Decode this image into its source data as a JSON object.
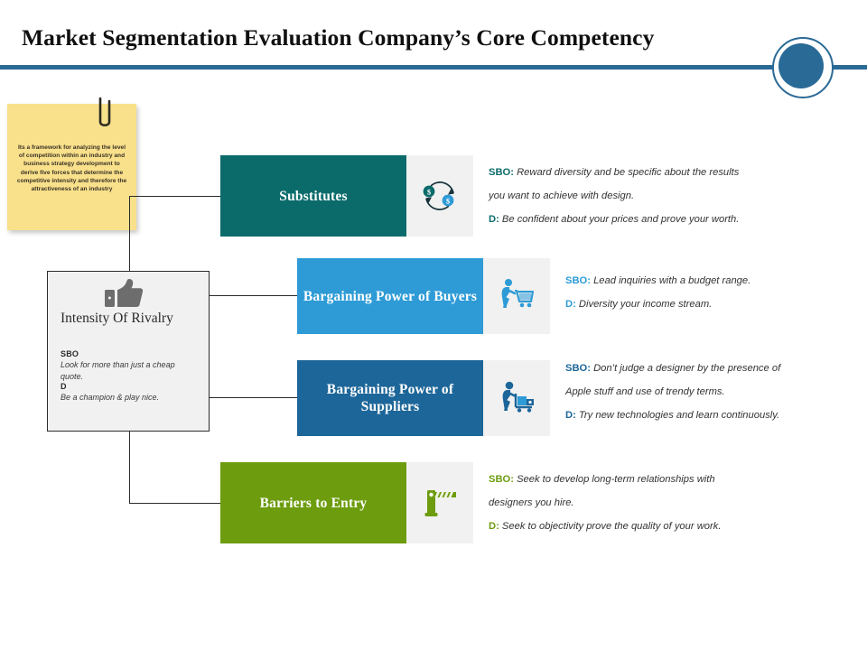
{
  "title": "Market Segmentation Evaluation Company’s Core Competency",
  "accent_rule_color": "#2a6a96",
  "note": {
    "text": "Its a framework for analyzing the level of competition within an industry and business strategy development to derive five forces that determine the competitive intensity and therefore the attractiveness of an industry",
    "color": "#f9e08b",
    "icon": "paperclip-icon"
  },
  "center": {
    "icon": "thumbs-up-icon",
    "title": "Intensity Of Rivalry",
    "sbo_label": "SBO",
    "sbo_text": "Look for  more than just a cheap quote.",
    "d_label": "D",
    "d_text": "Be a champion & play nice.",
    "fill": "#f1f1f1"
  },
  "forces": [
    {
      "label": "Substitutes",
      "color": "#0b6b6b",
      "icon": "money-exchange-icon",
      "sbo_label": "SBO:",
      "sbo_lines": [
        "Reward diversity and be specific about the results",
        "you want to achieve with design."
      ],
      "d_label": "D:",
      "d_lines": [
        "Be confident about your prices and prove your worth."
      ]
    },
    {
      "label": "Bargaining Power of Buyers",
      "color": "#2e9bd6",
      "icon": "shopping-cart-buyer-icon",
      "sbo_label": "SBO:",
      "sbo_lines": [
        "Lead inquiries with a budget range."
      ],
      "d_label": "D:",
      "d_lines": [
        "Diversity your income stream."
      ]
    },
    {
      "label": "Bargaining Power of Suppliers",
      "color": "#1d6699",
      "icon": "supplier-trolley-icon",
      "sbo_label": "SBO:",
      "sbo_lines": [
        "Don’t judge a designer by the presence of",
        "Apple stuff and use of trendy terms."
      ],
      "d_label": "D:",
      "d_lines": [
        "Try new technologies and learn continuously."
      ]
    },
    {
      "label": "Barriers to Entry",
      "color": "#6d9c0e",
      "icon": "barrier-gate-icon",
      "sbo_label": "SBO:",
      "sbo_lines": [
        "Seek to develop long-term relationships with",
        "designers you hire."
      ],
      "d_label": "D:",
      "d_lines": [
        "Seek to objectivity prove the quality of your work."
      ]
    }
  ]
}
